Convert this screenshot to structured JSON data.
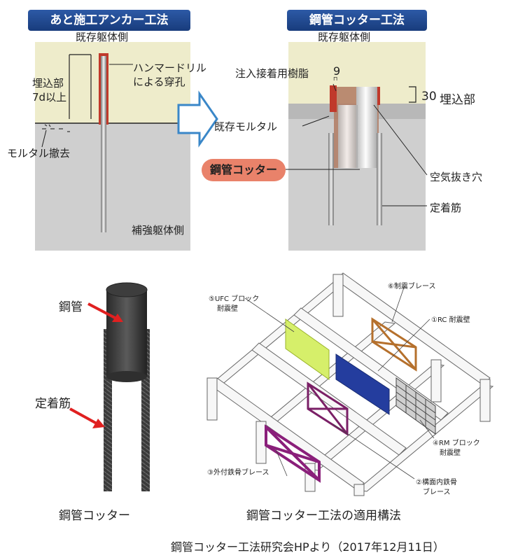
{
  "top_left": {
    "title": "あと施工アンカー工法",
    "existing_side": "既存躯体側",
    "embed_label_1": "埋込部",
    "embed_label_2": "7d以上",
    "drill_label_1": "ハンマードリル",
    "drill_label_2": "による穿孔",
    "mortar_removal": "モルタル撤去",
    "reinforce_side": "補強躯体側"
  },
  "top_right": {
    "title": "鋼管コッター工法",
    "existing_side": "既存躯体側",
    "resin_label": "注入接着用樹脂",
    "resin_mark": "9",
    "embed_num": "30",
    "embed_label": "埋込部",
    "mortar_label": "既存モルタル",
    "cotter_label": "鋼管コッター",
    "air_hole": "空気抜き穴",
    "anchor_bar": "定着筋"
  },
  "photo": {
    "steel_pipe_label": "鋼管",
    "anchor_label": "定着筋",
    "caption": "鋼管コッター"
  },
  "frame": {
    "l5_1": "⑤UFC ブロック",
    "l5_2": "耐震壁",
    "l6": "⑥制震ブレース",
    "l1": "①RC 耐震壁",
    "l4_1": "④RM ブロック",
    "l4_2": "耐震壁",
    "l3": "③外付鉄骨ブレース",
    "l2_1": "②構面内鉄骨",
    "l2_2": "ブレース",
    "caption": "鋼管コッター工法の適用構法"
  },
  "source": "鋼管コッター工法研究会HPより（2017年12月11日）",
  "colors": {
    "concrete_top": "#eeeccb",
    "concrete_bottom": "#cfcfcf",
    "badge": "#1f4a92",
    "drill_red": "#c0392b",
    "cotter_pill": "#e9826a",
    "arrow_blue": "#3a87c8"
  }
}
